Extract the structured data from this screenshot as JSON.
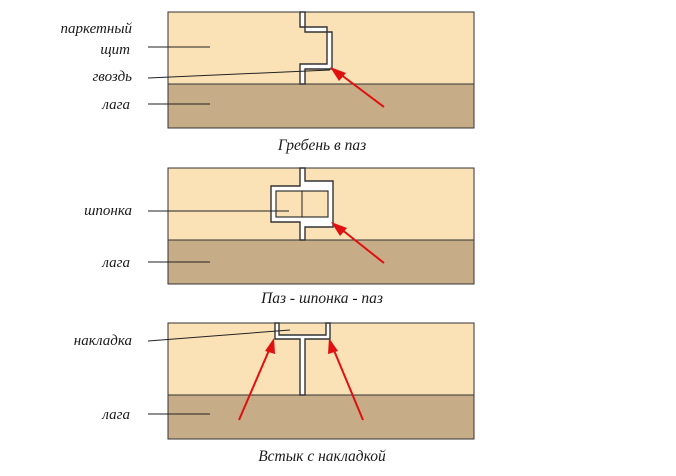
{
  "figures": [
    {
      "caption": "Гребень в паз",
      "labels": {
        "board_line1": "паркетный",
        "board_line2": "щит",
        "nail": "гвоздь",
        "lag": "лага"
      }
    },
    {
      "caption": "Паз - шпонка - паз",
      "labels": {
        "key": "шпонка",
        "lag": "лага"
      }
    },
    {
      "caption": "Встык с накладкой",
      "labels": {
        "overlay": "накладка",
        "lag": "лага"
      }
    }
  ],
  "colors": {
    "board": "#fbe2b6",
    "lag": "#c7ad87",
    "arrow": "#e01010",
    "outline": "#333333"
  }
}
